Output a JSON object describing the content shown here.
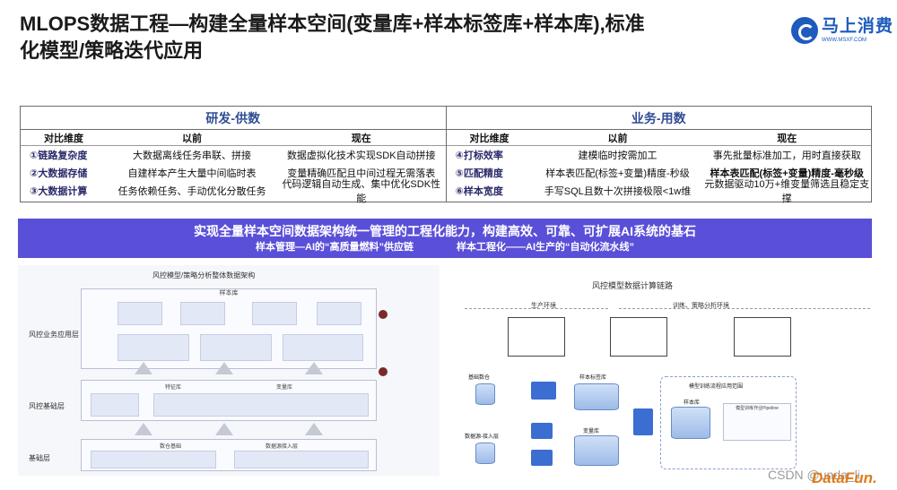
{
  "header": {
    "title_line1": "MLOPS数据工程—构建全量样本空间(变量库+样本标签库+样本库),标准",
    "title_line2": "化模型/策略迭代应用",
    "logo_cn": "马上消费",
    "logo_url": "WWW.MSXF.COM"
  },
  "comparison": {
    "left": {
      "heading": "研发-供数",
      "columns": [
        "对比维度",
        "以前",
        "现在"
      ],
      "rows": [
        [
          "①链路复杂度",
          "大数据离线任务串联、拼接",
          "数据虚拟化技术实现SDK自动拼接"
        ],
        [
          "②大数据存储",
          "自建样本产生大量中间临时表",
          "变量精确匹配且中间过程无需落表"
        ],
        [
          "③大数据计算",
          "任务依赖任务、手动优化分散任务",
          "代码逻辑自动生成、集中优化SDK性能"
        ]
      ]
    },
    "right": {
      "heading": "业务-用数",
      "columns": [
        "对比维度",
        "以前",
        "现在"
      ],
      "rows": [
        [
          "④打标效率",
          "建模临时按需加工",
          "事先批量标准加工，用时直接获取"
        ],
        [
          "⑤匹配精度",
          "样本表匹配(标签+变量)精度-秒级",
          "样本表匹配(标签+变量)精度-毫秒级"
        ],
        [
          "⑥样本宽度",
          "手写SQL且数十次拼接极限<1w维",
          "元数据驱动10万+维变量筛选且稳定支撑"
        ]
      ]
    }
  },
  "banner": {
    "line1": "实现全量样本空间数据架构统一管理的工程化能力，构建高效、可靠、可扩展AI系统的基石",
    "line2_left": "样本管理—AI的“高质量燃料”供应链",
    "line2_right": "样本工程化——AI生产的“自动化流水线”"
  },
  "diagram_left": {
    "title": "风控模型/策略分析整体数据架构",
    "layers": [
      "风控业务应用层",
      "风控基础层",
      "基础层"
    ],
    "panels": [
      "样本库",
      "特征库",
      "变量库",
      "数仓基础",
      "数据源接入层"
    ]
  },
  "diagram_right": {
    "title": "风控模型数据计算链路",
    "envs": [
      "生产环境",
      "训练、策略分析环境"
    ],
    "labels": [
      "基础数仓",
      "数据源-接入层",
      "样本标签库",
      "变量库",
      "样本库",
      "模型训练流程应用范围",
      "模型训练作业Pipeline"
    ]
  },
  "watermark": "CSDN @unda_li",
  "corner_logo": "DataFun."
}
